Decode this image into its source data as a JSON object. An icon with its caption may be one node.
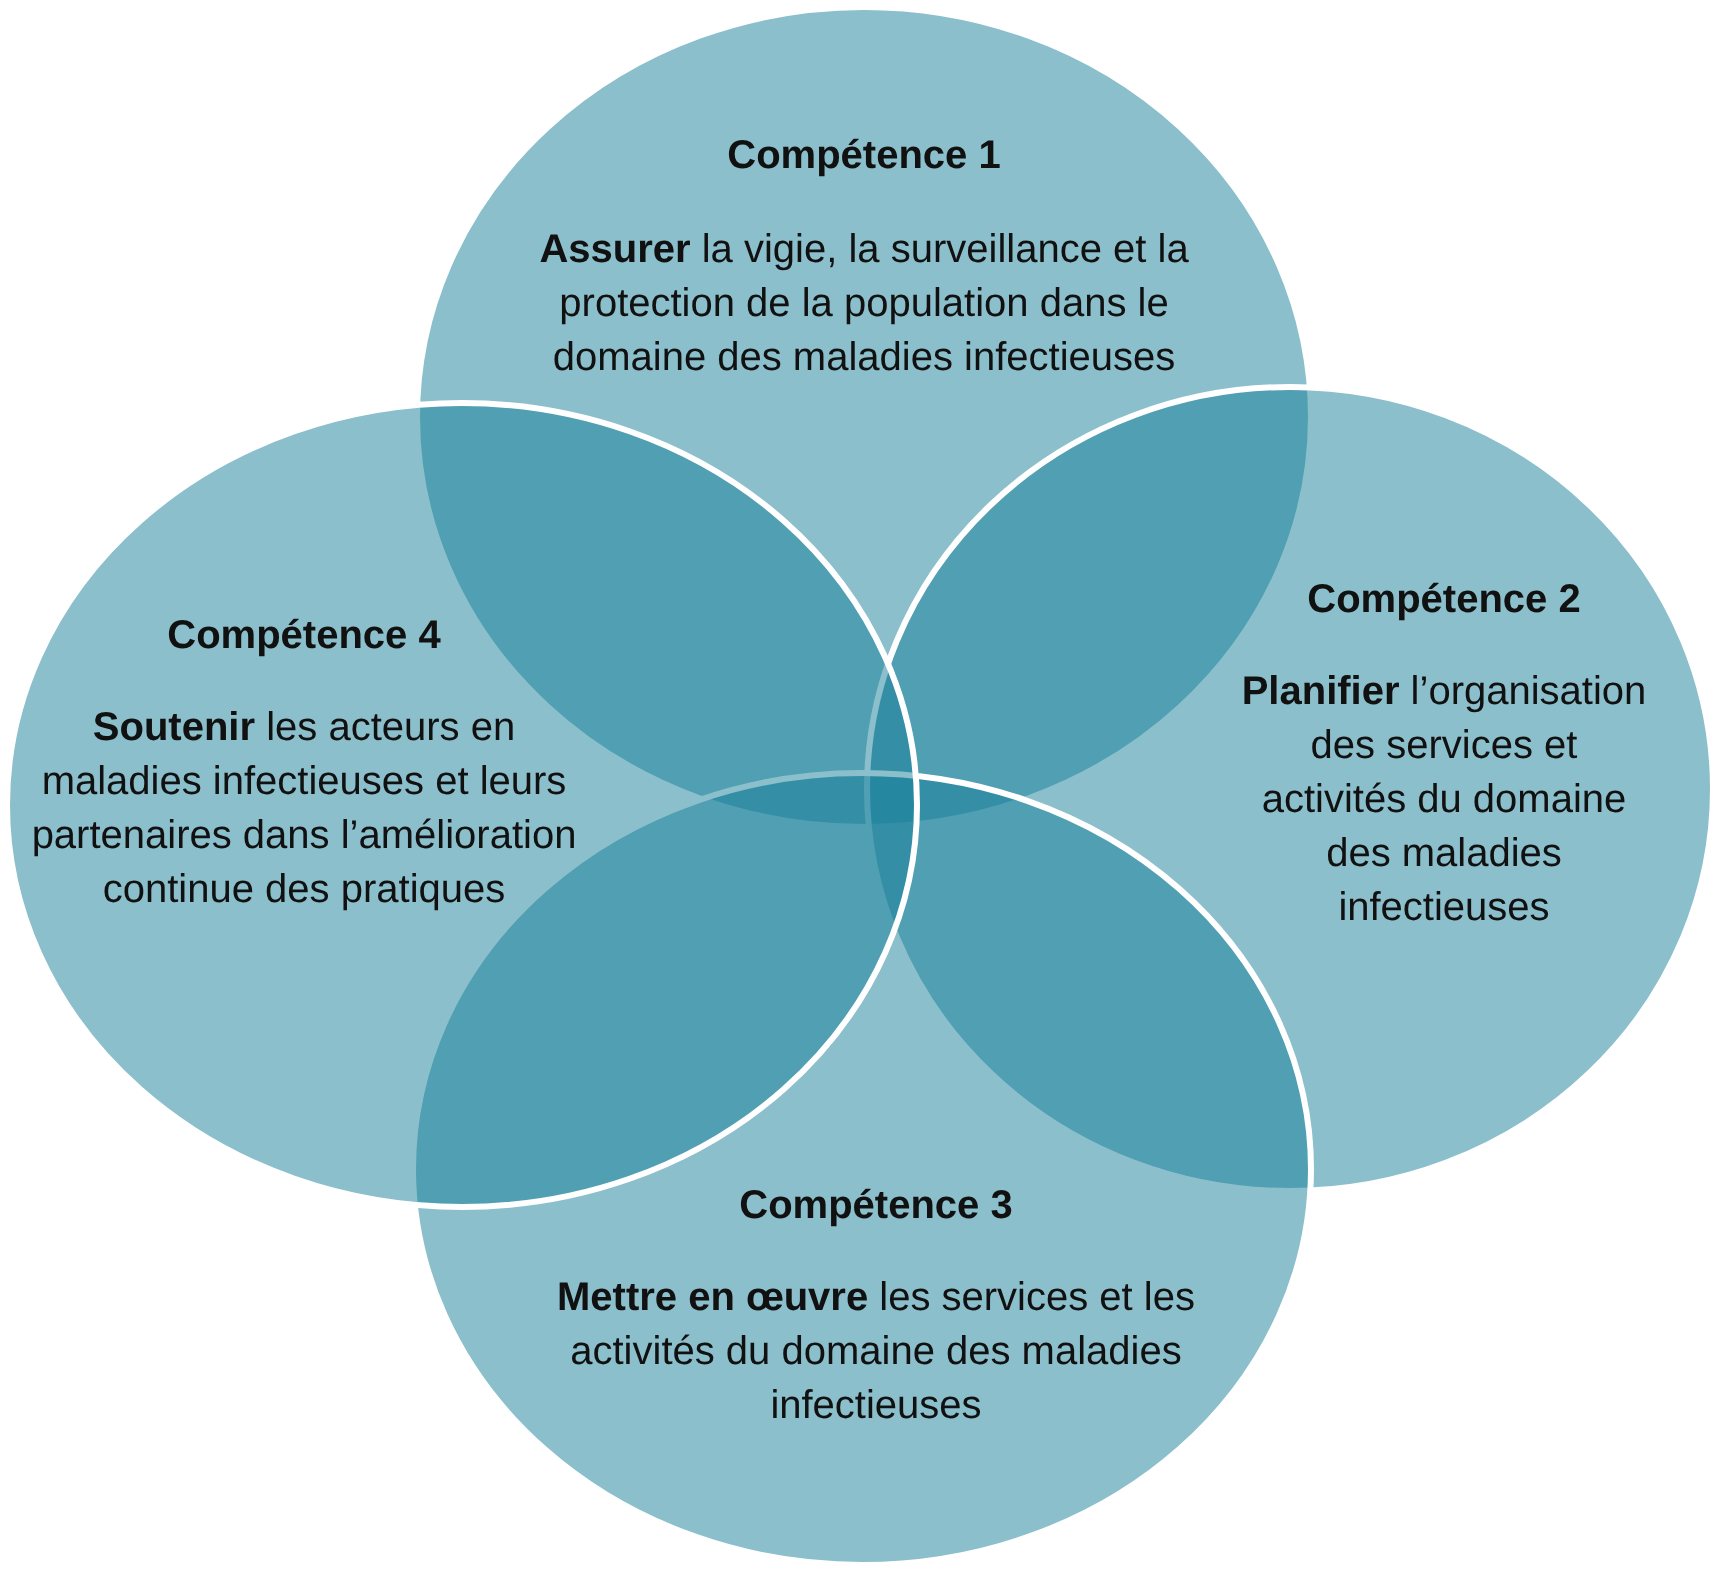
{
  "diagram": {
    "nodes": [
      {
        "text": [
          "Compétence 1",
          "**Assurer** la vigie, la surveillance et la protection de la population dans le domaine des maladies infectieuses"
        ]
      },
      {
        "text": [
          "Compétence 2",
          "**Planifier** l’organisation des services et activités du domaine des maladies infectieuses"
        ]
      },
      {
        "text": [
          "Compétence 3",
          "**Mettre en œuvre** les services et les activités du domaine des maladies infectieuses"
        ]
      },
      {
        "text": [
          "Compétence 4",
          "**Soutenir** les acteurs en maladies infectieuses et leurs partenaires dans l’amélioration continue des pratiques"
        ]
      }
    ],
    "edges": []
  }
}
